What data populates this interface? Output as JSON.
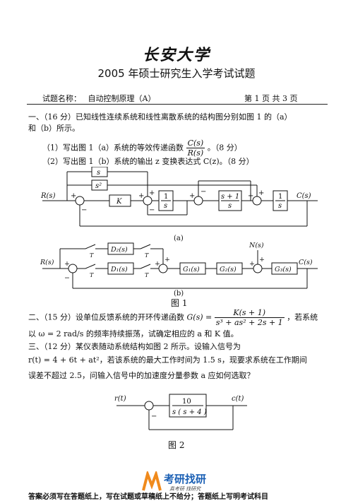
{
  "header": {
    "university_logo": "长安大学",
    "exam_title": "2005 年硕士研究生入学考试试题",
    "subject_label": "试题名称：",
    "subject_name": "自动控制原理（A）",
    "page_info": "第 1 页 共 3 页"
  },
  "q1": {
    "title": "一、（16 分）已知线性连续系统和线性离散系统的结构图分别如图 1 的（a）",
    "title_cont": "和（b）所示。",
    "part1_pre": "（1）写出图 1（a）系统的等效传递函数",
    "part1_num": "C(s)",
    "part1_den": "R(s)",
    "part1_post": "。（8 分）",
    "part2": "（2）写出图 1（b）系统的输出 z 变换表达式 C(z)。（8 分）"
  },
  "fig_a": {
    "input": "R(s)",
    "output": "C(s)",
    "block_s": "s",
    "block_s2": "s²",
    "block_k": "K",
    "block_int1_num": "1",
    "block_int1_den": "s",
    "block_lead_num": "s + 1",
    "block_lead_den": "s",
    "block_int2_num": "1",
    "block_int2_den": "s",
    "sign_plus": "+",
    "sign_minus": "−",
    "caption": "(a)"
  },
  "fig_b": {
    "input": "R(s)",
    "output": "C(s)",
    "disturbance": "N(s)",
    "sampler": "T",
    "block_d2": "D₂(s)",
    "block_d1": "D₁(s)",
    "block_g1": "G₁(s)",
    "block_g2": "G₂(s)",
    "block_g3": "G₃(s)",
    "sign_plus": "+",
    "sign_minus": "−",
    "caption": "(b)"
  },
  "fig1_caption": "图 1",
  "q2": {
    "text_pre": "二、（15 分）设单位反馈系统的开环传递函数",
    "g_label": "G(s) =",
    "g_num": "K(s + 1)",
    "g_den": "s³ + as² + 2s + 1",
    "text_post": "，若系统",
    "line2": "以 ω = 2 rad/s 的频率持续振荡，试确定相应的 a 和 K 值。"
  },
  "q3": {
    "line1": "三、（12 分）某仪表随动系统结构如图 2 所示。设输入信号为",
    "line2": "r(t) = 4 + 6t + at²，若该系统的最大工作时间为 1.5 s，现要求系统在工作期间",
    "line3": "误差不超过 2.5，问输入信号中的加速度分量参数 a 应如何选取？"
  },
  "fig2": {
    "input": "r(t)",
    "output": "c(t)",
    "block_num": "10",
    "block_den": "s ( s + 4 )",
    "sign_minus": "−",
    "caption": "图 2"
  },
  "footer": {
    "note": "答案必须写在答题纸上，写在试题或草稿纸上不给分；答题纸上写明考试科目"
  },
  "watermark": {
    "brand": "考研找研",
    "slogan": "真考研 找研究"
  }
}
